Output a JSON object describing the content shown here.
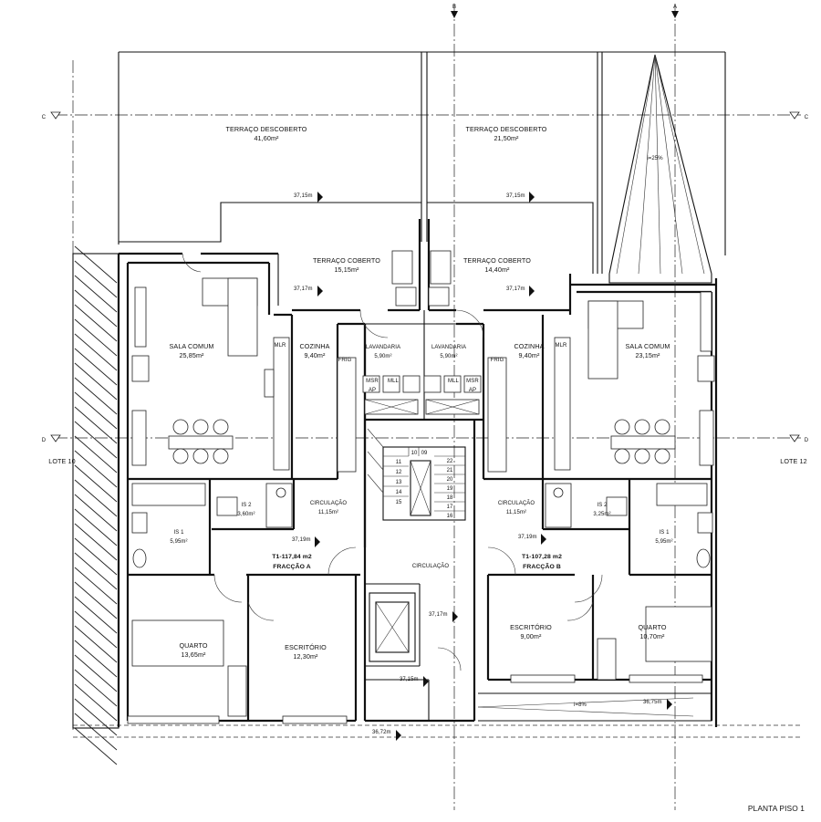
{
  "drawing": {
    "title": "PLANTA PISO 1",
    "lot_left": "LOTE 10",
    "lot_right": "LOTE 12",
    "axis_top_left": "B",
    "axis_top_right": "A",
    "axis_left_top": "C",
    "axis_left_mid": "D",
    "axis_right_top": "C",
    "axis_right_mid": "D"
  },
  "rooms": {
    "terraco_desc_a": {
      "name": "TERRAÇO DESCOBERTO",
      "area": "41,60m²"
    },
    "terraco_desc_b": {
      "name": "TERRAÇO DESCOBERTO",
      "area": "21,50m²"
    },
    "slope_roof": {
      "label": "i=25%"
    },
    "terraco_cob_a": {
      "name": "TERRAÇO COBERTO",
      "area": "15,15m²"
    },
    "terraco_cob_b": {
      "name": "TERRAÇO COBERTO",
      "area": "14,40m²"
    },
    "sala_a": {
      "name": "SALA COMUM",
      "area": "25,85m²"
    },
    "sala_b": {
      "name": "SALA COMUM",
      "area": "23,15m²"
    },
    "cozinha_a": {
      "name": "COZINHA",
      "area": "9,40m²"
    },
    "cozinha_b": {
      "name": "COZINHA",
      "area": "9,40m²"
    },
    "lavandaria_a": {
      "name": "LAVANDARIA",
      "area": "5,90m²"
    },
    "lavandaria_b": {
      "name": "LAVANDARIA",
      "area": "5,90m²"
    },
    "circulacao_a": {
      "name": "CIRCULAÇÃO",
      "area": "11,15m²"
    },
    "circulacao_b": {
      "name": "CIRCULAÇÃO",
      "area": "11,15m²"
    },
    "circulacao_c": {
      "name": "CIRCULAÇÃO"
    },
    "is2_a": {
      "name": "IS 2",
      "area": "3,60m²"
    },
    "is2_b": {
      "name": "IS 2",
      "area": "3,25m²"
    },
    "is1_a": {
      "name": "IS 1",
      "area": "5,95m²"
    },
    "is1_b": {
      "name": "IS 1",
      "area": "5,95m²"
    },
    "quarto_a": {
      "name": "QUARTO",
      "area": "13,65m²"
    },
    "quarto_b": {
      "name": "QUARTO",
      "area": "10,70m²"
    },
    "escritorio_a": {
      "name": "ESCRITÓRIO",
      "area": "12,30m²"
    },
    "escritorio_b": {
      "name": "ESCRITÓRIO",
      "area": "9,00m²"
    },
    "ramp": {
      "label": "i=8%"
    }
  },
  "fractions": {
    "a": {
      "typology": "T1-117,84 m2",
      "name": "FRACÇÃO A"
    },
    "b": {
      "typology": "T1-107,28 m2",
      "name": "FRACÇÃO B"
    }
  },
  "levels": {
    "l1": "37,15m",
    "l2": "37,15m",
    "l3": "37,17m",
    "l4": "37,17m",
    "l5": "37,19m",
    "l6": "37,19m",
    "l7": "37,17m",
    "l8": "37,15m",
    "l9": "36,72m",
    "l10": "36,75m"
  },
  "appliances": {
    "mlr": "MLR",
    "msr": "MSR",
    "mll": "MLL",
    "frig": "FRIG",
    "ap": "AP"
  },
  "stairs": {
    "left_steps": [
      "11",
      "12",
      "13",
      "14",
      "15"
    ],
    "top_steps": [
      "10",
      "09"
    ],
    "right_steps": [
      "22",
      "21",
      "20",
      "19",
      "18",
      "17",
      "16"
    ]
  }
}
